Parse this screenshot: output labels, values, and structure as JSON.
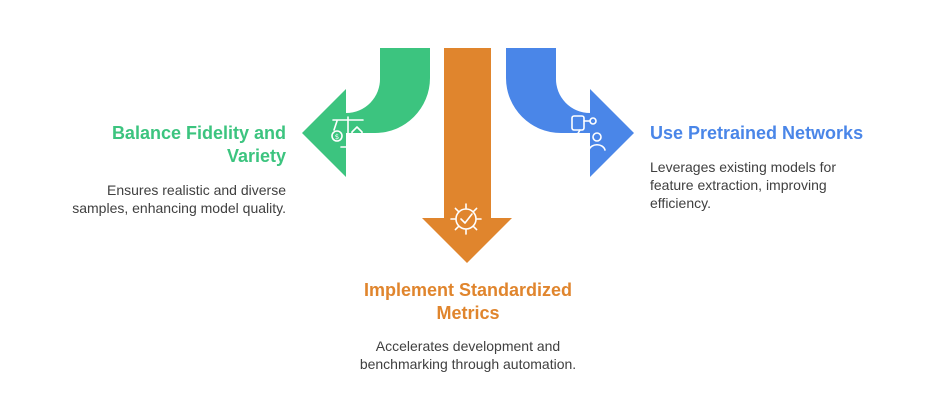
{
  "colors": {
    "green": "#3cc47f",
    "orange": "#e0852d",
    "blue": "#4a86e8",
    "text": "#404040",
    "icon_stroke": "#ffffff"
  },
  "left": {
    "title": "Balance Fidelity and Variety",
    "title_lines": [
      "Balance Fidelity and",
      "Variety"
    ],
    "description": "Ensures realistic and diverse samples, enhancing model quality.",
    "description_lines": [
      "Ensures realistic and diverse",
      "samples, enhancing model quality."
    ],
    "icon": "scale-balance-icon",
    "color": "#3cc47f"
  },
  "center": {
    "title": "Implement Standardized Metrics",
    "title_lines": [
      "Implement Standardized",
      "Metrics"
    ],
    "description": "Accelerates development and benchmarking through automation.",
    "description_lines": [
      "Accelerates development and",
      "benchmarking through automation."
    ],
    "icon": "gear-check-icon",
    "color": "#e0852d"
  },
  "right": {
    "title": "Use Pretrained Networks",
    "title_lines": [
      "Use Pretrained Networks"
    ],
    "description": "Leverages existing models for feature extraction, improving efficiency.",
    "description_lines": [
      "Leverages existing models for",
      "feature extraction, improving",
      "efficiency."
    ],
    "icon": "network-hand-icon",
    "color": "#4a86e8"
  }
}
